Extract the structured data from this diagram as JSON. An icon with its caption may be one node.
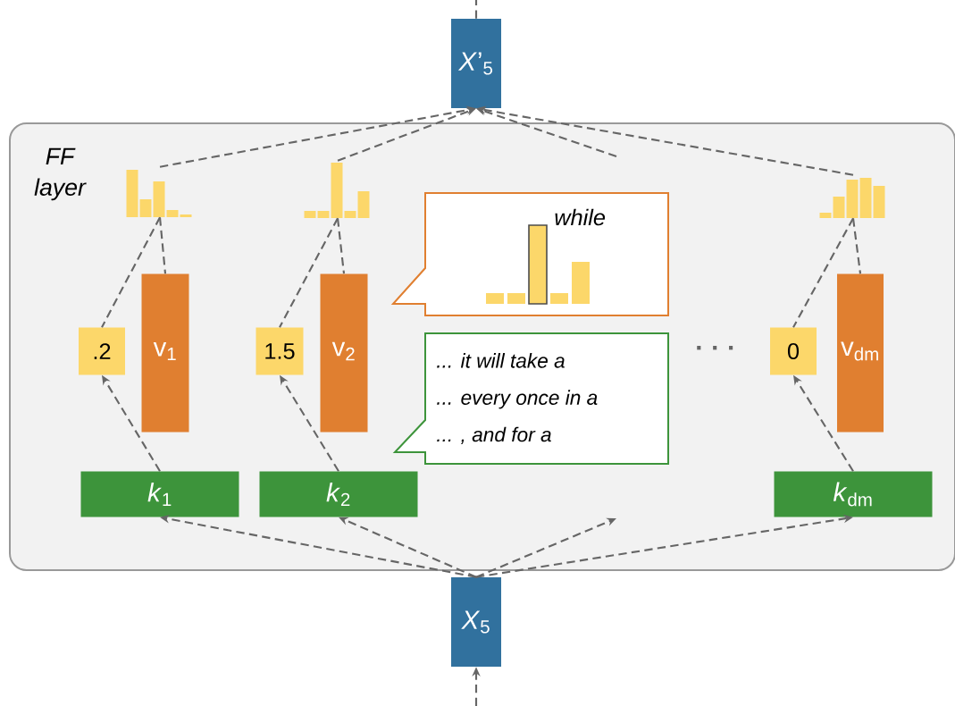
{
  "diagram": {
    "nodes": [
      {
        "text": [
          "FF layer"
        ]
      },
      {
        "text": [
          "*X*’$_{5}$"
        ]
      },
      {
        "text": [
          "*X*$_{5}$"
        ]
      },
      {
        "text": [],
        "shape": "bar",
        "in": 0
      },
      {
        "text": [],
        "shape": "bar",
        "in": 0
      },
      {
        "text": [],
        "shape": "bar",
        "in": 0
      },
      {
        "text": [
          ".2"
        ],
        "in": 0
      },
      {
        "text": [
          "v$_{1}$"
        ],
        "in": 0
      },
      {
        "text": [
          "1.5"
        ],
        "in": 0
      },
      {
        "text": [
          "v$_{2}$"
        ],
        "in": 0
      },
      {
        "text": [
          "0"
        ],
        "in": 0
      },
      {
        "text": [
          "v$_{dm}$"
        ],
        "in": 0
      },
      {
        "text": [
          "*k*$_{1}$"
        ],
        "in": 0
      },
      {
        "text": [
          "*k*$_{2}$"
        ],
        "in": 0
      },
      {
        "text": [
          "*k*$_{dm}$"
        ],
        "in": 0
      },
      {
        "text": [
          "while"
        ],
        "in": 0
      },
      {
        "text": [
          "... it will take a",
          "... every once in a",
          "... , and for a"
        ],
        "in": 0
      }
    ],
    "edges": [
      {
        "from": 2,
        "to": 12,
        "arrow": "to"
      },
      {
        "from": 2,
        "to": 13,
        "arrow": "to"
      },
      {
        "from": 2,
        "to": 14,
        "arrow": "to"
      },
      {
        "from": 2,
        "to": null,
        "arrow": "to"
      },
      {
        "from": null,
        "to": 2,
        "arrow": "to"
      },
      {
        "from": 1,
        "to": null,
        "arrow": "none"
      },
      {
        "from": 3,
        "to": 1,
        "arrow": "to"
      },
      {
        "from": 4,
        "to": 1,
        "arrow": "to"
      },
      {
        "from": 5,
        "to": 1,
        "arrow": "to"
      },
      {
        "from": null,
        "to": 1,
        "arrow": "to"
      },
      {
        "from": 3,
        "to": 6,
        "arrow": "none"
      },
      {
        "from": 3,
        "to": 7,
        "arrow": "none"
      },
      {
        "from": 4,
        "to": 8,
        "arrow": "none"
      },
      {
        "from": 4,
        "to": 9,
        "arrow": "none"
      },
      {
        "from": 5,
        "to": 10,
        "arrow": "none"
      },
      {
        "from": 5,
        "to": 11,
        "arrow": "none"
      },
      {
        "from": 12,
        "to": 6,
        "arrow": "to"
      },
      {
        "from": 13,
        "to": 8,
        "arrow": "to"
      },
      {
        "from": 14,
        "to": 10,
        "arrow": "to"
      }
    ],
    "labels": [
      "· · ·"
    ]
  }
}
